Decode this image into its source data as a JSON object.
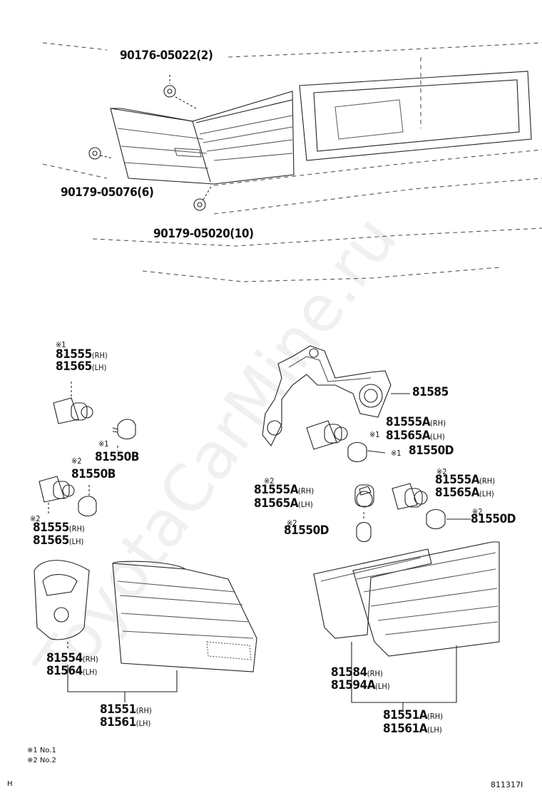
{
  "watermark": "ToyotaCarMine.ru",
  "top_labels": {
    "p1": "90176-05022(2)",
    "p2": "90179-05076(6)",
    "p3": "90179-05020(10)"
  },
  "left": {
    "a_mark": "※1",
    "a_pn1": "81555",
    "a_s1": "(RH)",
    "a_pn2": "81565",
    "a_s2": "(LH)",
    "b_mark": "※1",
    "b_pn": "81550B",
    "c_mark": "※2",
    "c_pn": "81550B",
    "d_mark": "※2",
    "d_pn1": "81555",
    "d_s1": "(RH)",
    "d_pn2": "81565",
    "d_s2": "(LH)",
    "e_pn1": "81554",
    "e_s1": "(RH)",
    "e_pn2": "81564",
    "e_s2": "(LH)",
    "f_pn1": "81551",
    "f_s1": "(RH)",
    "f_pn2": "81561",
    "f_s2": "(LH)"
  },
  "right": {
    "g_pn": "81585",
    "h_pn1": "81555A",
    "h_s1": "(RH)",
    "h_mark": "※1",
    "h_pn2": "81565A",
    "h_s2": "(LH)",
    "i_mark": "※1",
    "i_pn": "81550D",
    "j_mark": "※2",
    "j_pn1": "81555A",
    "j_s1": "(RH)",
    "j_pn2": "81565A",
    "j_s2": "(LH)",
    "k_mark": "※2",
    "k_pn1": "81555A",
    "k_s1": "(RH)",
    "k_pn2": "81565A",
    "k_s2": "(LH)",
    "l_mark": "※2",
    "l_pn": "81550D",
    "m_mark": "※2",
    "m_pn": "81550D",
    "n_pn1": "81584",
    "n_s1": "(RH)",
    "n_pn2": "81594A",
    "n_s2": "(LH)",
    "o_pn1": "81551A",
    "o_s1": "(RH)",
    "o_pn2": "81561A",
    "o_s2": "(LH)"
  },
  "legend": {
    "l1": "※1 No.1",
    "l2": "※2 No.2"
  },
  "footer": {
    "left": "H",
    "right": "811317I"
  }
}
